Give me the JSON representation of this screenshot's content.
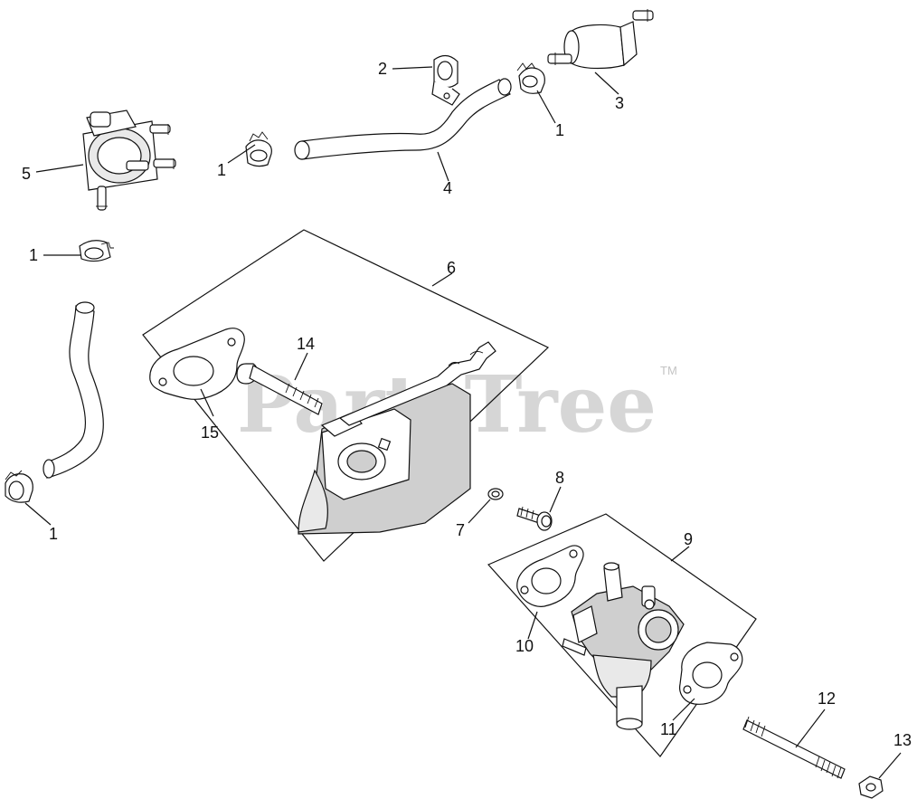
{
  "watermark": {
    "text": "PartsTree",
    "mark": "TM"
  },
  "callouts": {
    "c1a": "1",
    "c1b": "1",
    "c1c": "1",
    "c1d": "1",
    "c2": "2",
    "c3": "3",
    "c4": "4",
    "c5": "5",
    "c6": "6",
    "c7": "7",
    "c8": "8",
    "c9": "9",
    "c10": "10",
    "c11": "11",
    "c12": "12",
    "c13": "13",
    "c14": "14",
    "c15": "15"
  },
  "parts": [
    {
      "callout": "1",
      "icon": "hose-clamp-icon"
    },
    {
      "callout": "2",
      "icon": "line-clip-icon"
    },
    {
      "callout": "3",
      "icon": "fuel-filter-icon"
    },
    {
      "callout": "4",
      "icon": "fuel-line-icon"
    },
    {
      "callout": "5",
      "icon": "fuel-pump-icon"
    },
    {
      "callout": "6",
      "icon": "intake-manifold-kit-icon"
    },
    {
      "callout": "7",
      "icon": "washer-icon"
    },
    {
      "callout": "8",
      "icon": "flange-screw-icon"
    },
    {
      "callout": "9",
      "icon": "carburetor-kit-icon"
    },
    {
      "callout": "10",
      "icon": "gasket-icon"
    },
    {
      "callout": "11",
      "icon": "gasket-icon"
    },
    {
      "callout": "12",
      "icon": "stud-icon"
    },
    {
      "callout": "13",
      "icon": "nut-icon"
    },
    {
      "callout": "14",
      "icon": "bolt-icon"
    },
    {
      "callout": "15",
      "icon": "gasket-icon"
    }
  ]
}
